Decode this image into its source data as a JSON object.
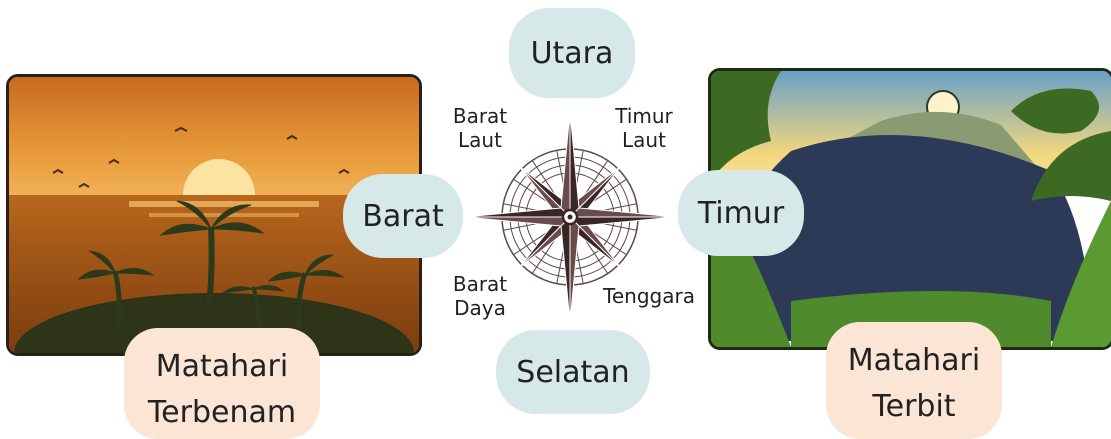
{
  "directions": {
    "north": "Utara",
    "south": "Selatan",
    "west": "Barat",
    "east": "Timur",
    "northwest": [
      "Barat",
      "Laut"
    ],
    "northeast": [
      "Timur",
      "Laut"
    ],
    "southwest": [
      "Barat",
      "Daya"
    ],
    "southeast": "Tenggara"
  },
  "captions": {
    "sunset": [
      "Matahari",
      "Terbenam"
    ],
    "sunrise": [
      "Matahari",
      "Terbit"
    ]
  },
  "colors": {
    "pill": "#d6e9e8",
    "card": "#fbe6d6",
    "compass": "#3a2626"
  }
}
